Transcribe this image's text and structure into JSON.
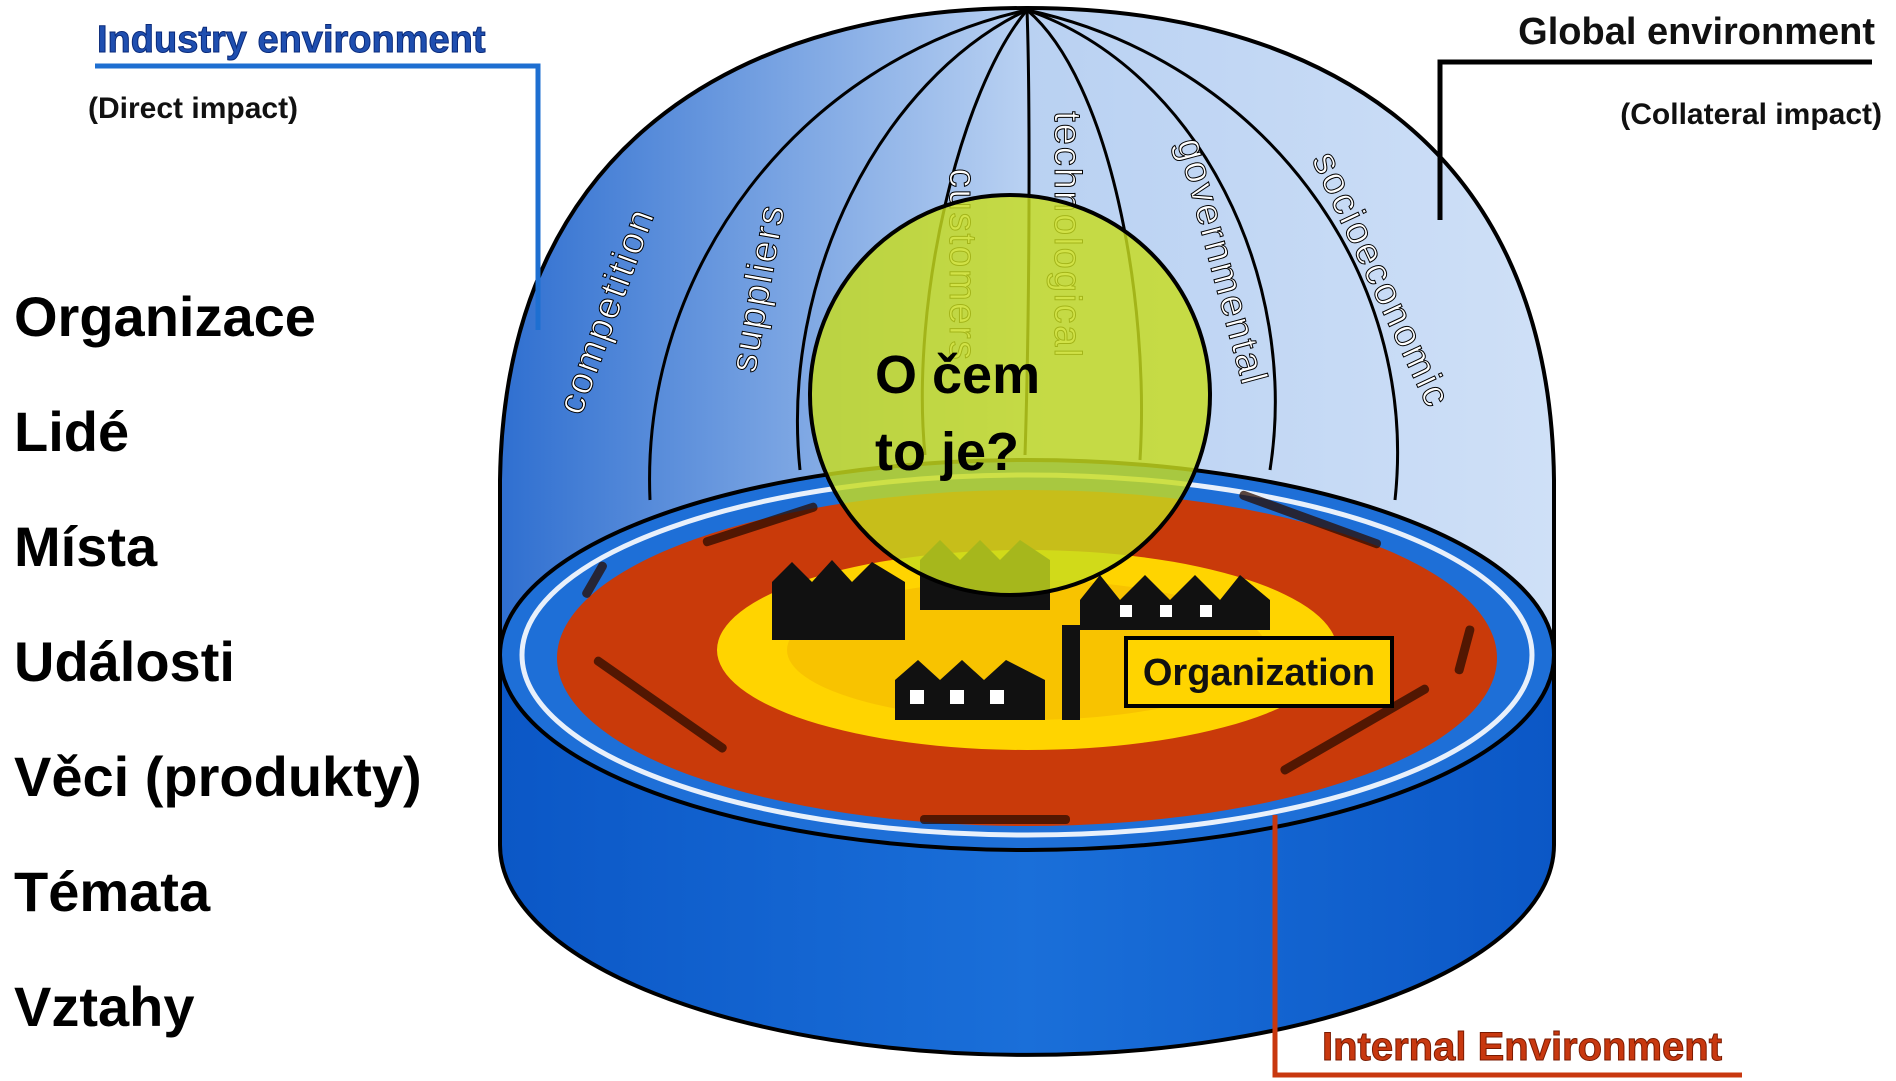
{
  "colors": {
    "industry_line": "#1e6fd1",
    "global_line": "#000000",
    "internal_line": "#c8380f",
    "internal_title": "#c8380f",
    "industry_title": "#1f4fb0",
    "dome_light": "#b9d1f2",
    "dome_dark": "#3c7bd6",
    "cylinder": "#1164d0",
    "red_ring": "#c93a0a",
    "yellow_core": "#ffd400",
    "center_circle": "#c7dc1e"
  },
  "labels": {
    "industry_title": "Industry environment",
    "industry_sub": "(Direct impact)",
    "global_title": "Global environment",
    "global_sub": "(Collateral impact)",
    "internal_title": "Internal Environment",
    "organization": "Organization"
  },
  "segments": [
    "competition",
    "suppliers",
    "customers",
    "technological",
    "governmental",
    "socioeconomic"
  ],
  "center_question": {
    "line1": "O čem",
    "line2": "to je?"
  },
  "left_list": [
    "Organizace",
    "Lidé",
    "Místa",
    "Události",
    "Věci (produkty)",
    "Témata",
    "Vztahy"
  ]
}
